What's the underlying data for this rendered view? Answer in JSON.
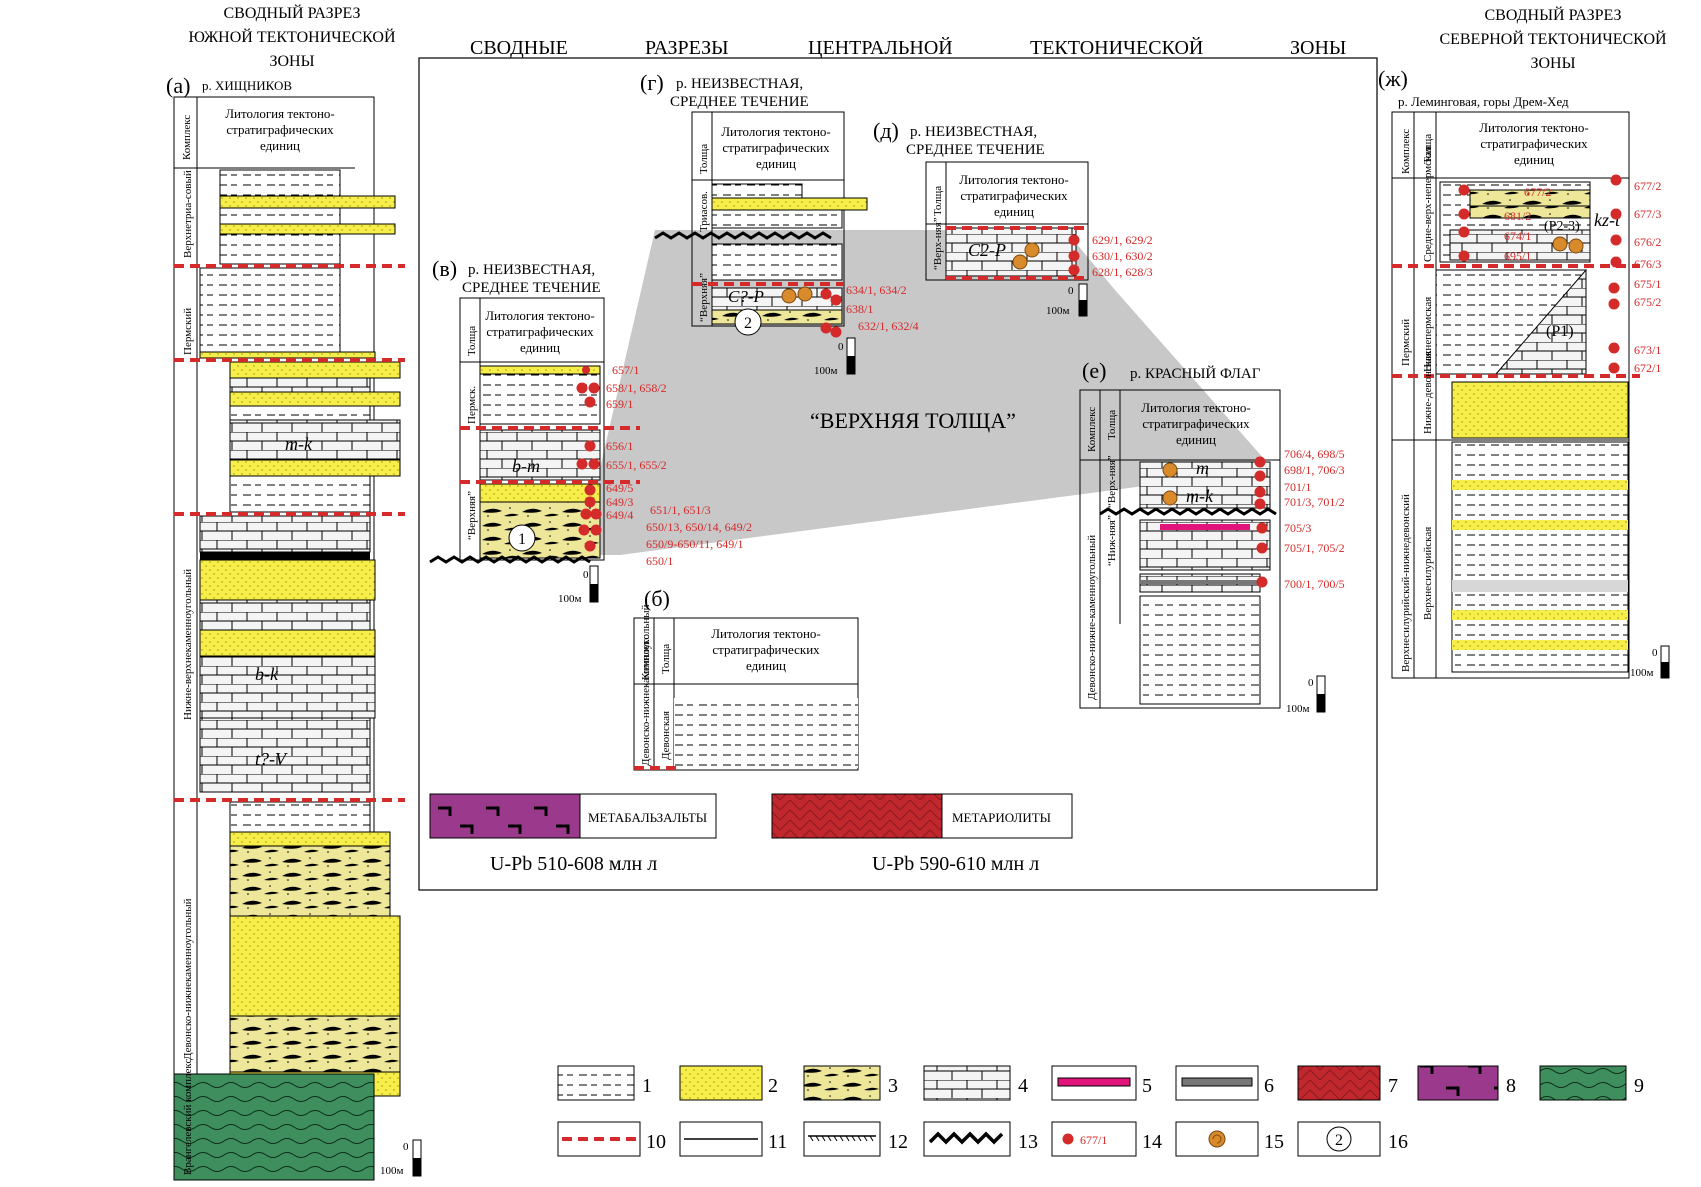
{
  "titles": {
    "central": [
      "СВОДНЫЕ",
      "РАЗРЕЗЫ",
      "ЦЕНТРАЛЬНОЙ",
      "ТЕКТОНИЧЕСКОЙ",
      "ЗОНЫ"
    ],
    "south": [
      "СВОДНЫЙ РАЗРЕЗ",
      "ЮЖНОЙ ТЕКТОНИЧЕСКОЙ",
      "ЗОНЫ"
    ],
    "north": [
      "СВОДНЫЙ РАЗРЕЗ",
      "СЕВЕРНОЙ ТЕКТОНИЧЕСКОЙ",
      "ЗОНЫ"
    ]
  },
  "header": {
    "complex": "Комплекс",
    "tolshcha": "Толща",
    "lith": [
      "Литология тектоно-",
      "стратиграфических",
      "единиц"
    ]
  },
  "sections": {
    "a": {
      "letter": "(а)",
      "name": "р. ХИЩНИКОВ",
      "complexes": [
        "Верхнетриа-совый",
        "Пермский",
        "Нижне-верхнекаменноугольный",
        "Девонско-нижнекаменноугольный",
        "Врангелевский комплекс"
      ],
      "units": [
        "m-k",
        "b-k",
        "t?-V"
      ]
    },
    "b": {
      "letter": "(б)",
      "complex": "Девонско-нижнекаменноугольный",
      "tolshcha": "Девонская"
    },
    "v": {
      "letter": "(в)",
      "name": [
        "р. НЕИЗВЕСТНАЯ,",
        "СРЕДНЕЕ ТЕЧЕНИЕ"
      ],
      "tolshchi": [
        "Пермск.",
        "“Верхняя”"
      ],
      "unit": "b-m",
      "circle": "1",
      "samples": [
        "657/1",
        "658/1, 658/2",
        "659/1",
        "656/1",
        "655/1, 655/2",
        "649/5",
        "649/3",
        "649/4",
        "651/1, 651/3",
        "650/13, 650/14, 649/2",
        "650/9-650/11, 649/1",
        "650/1"
      ]
    },
    "g": {
      "letter": "(г)",
      "name": [
        "р. НЕИЗВЕСТНАЯ,",
        "СРЕДНЕЕ ТЕЧЕНИЕ"
      ],
      "tolshchi": [
        "Триасов.",
        "“Верхняя”"
      ],
      "unit": "C?-P",
      "circle": "2",
      "samples": [
        "634/1, 634/2",
        "638/1",
        "632/1, 632/4"
      ]
    },
    "d": {
      "letter": "(д)",
      "name": [
        "р. НЕИЗВЕСТНАЯ,",
        "СРЕДНЕЕ ТЕЧЕНИЕ"
      ],
      "tolshcha": "“Верх-няя”",
      "unit": "C2-P",
      "samples": [
        "629/1, 629/2",
        "630/1, 630/2",
        "628/1, 628/3"
      ]
    },
    "e": {
      "letter": "(е)",
      "name": "р. КРАСНЫЙ ФЛАГ",
      "complex": "Девонско-нижне-каменноугольный",
      "tolshchi": [
        "“Верх-няя”",
        "“Ниж-няя”"
      ],
      "units": [
        "m",
        "m-k"
      ],
      "samples": [
        "706/4, 698/5",
        "698/1, 706/3",
        "701/1",
        "701/3, 701/2",
        "705/3",
        "705/1, 705/2",
        "700/1, 700/5"
      ]
    },
    "zh": {
      "letter": "(ж)",
      "name": "р. Леминговая, горы Дрем-Хед",
      "complexes": [
        "Пермский",
        "Верхнесилурийский-нижнедевонский"
      ],
      "tolshchi": [
        "Средне-верх-непермская",
        "Нижнепермская",
        "Нижне-девонская",
        "Верхнесилурийская"
      ],
      "units": [
        "kz-t",
        "(P2-3)",
        "(P1)"
      ],
      "samples_left": [
        "677/2",
        "681/2",
        "674/1",
        "695/1"
      ],
      "samples_right": [
        "677/2",
        "677/3",
        "676/2",
        "676/3",
        "675/1",
        "675/2",
        "673/1",
        "672/1"
      ]
    }
  },
  "upper_tolshcha": "“ВЕРХНЯЯ ТОЛЩА”",
  "scale": {
    "zero": "0",
    "bar": "100м"
  },
  "rocks": [
    {
      "name": "МЕТАБАЛЬЗАЛЬТЫ",
      "age": "U-Pb 510-608 млн л",
      "color": "#9b3a8c"
    },
    {
      "name": "МЕТАРИОЛИТЫ",
      "age": "U-Pb 590-610 млн л",
      "color": "#c0282e"
    }
  ],
  "legend": [
    {
      "num": "1",
      "icon": "shale-pattern"
    },
    {
      "num": "2",
      "icon": "sandstone-pattern",
      "color": "#f5ec3a"
    },
    {
      "num": "3",
      "icon": "conglomerate-pattern"
    },
    {
      "num": "4",
      "icon": "limestone-pattern"
    },
    {
      "num": "5",
      "icon": "magenta-layer",
      "color": "#e0147a"
    },
    {
      "num": "6",
      "icon": "grey-layer"
    },
    {
      "num": "7",
      "icon": "red-rhyolite",
      "color": "#c0282e"
    },
    {
      "num": "8",
      "icon": "purple-basalt",
      "color": "#9b3a8c"
    },
    {
      "num": "9",
      "icon": "green-complex",
      "color": "#3f8f5e"
    },
    {
      "num": "10",
      "icon": "red-dashed-line"
    },
    {
      "num": "11",
      "icon": "solid-line"
    },
    {
      "num": "12",
      "icon": "hatched-line"
    },
    {
      "num": "13",
      "icon": "zigzag-line"
    },
    {
      "num": "14",
      "icon": "sample-dot",
      "text": "677/1"
    },
    {
      "num": "15",
      "icon": "ammonite"
    },
    {
      "num": "16",
      "icon": "circle-number",
      "text": "2"
    }
  ]
}
